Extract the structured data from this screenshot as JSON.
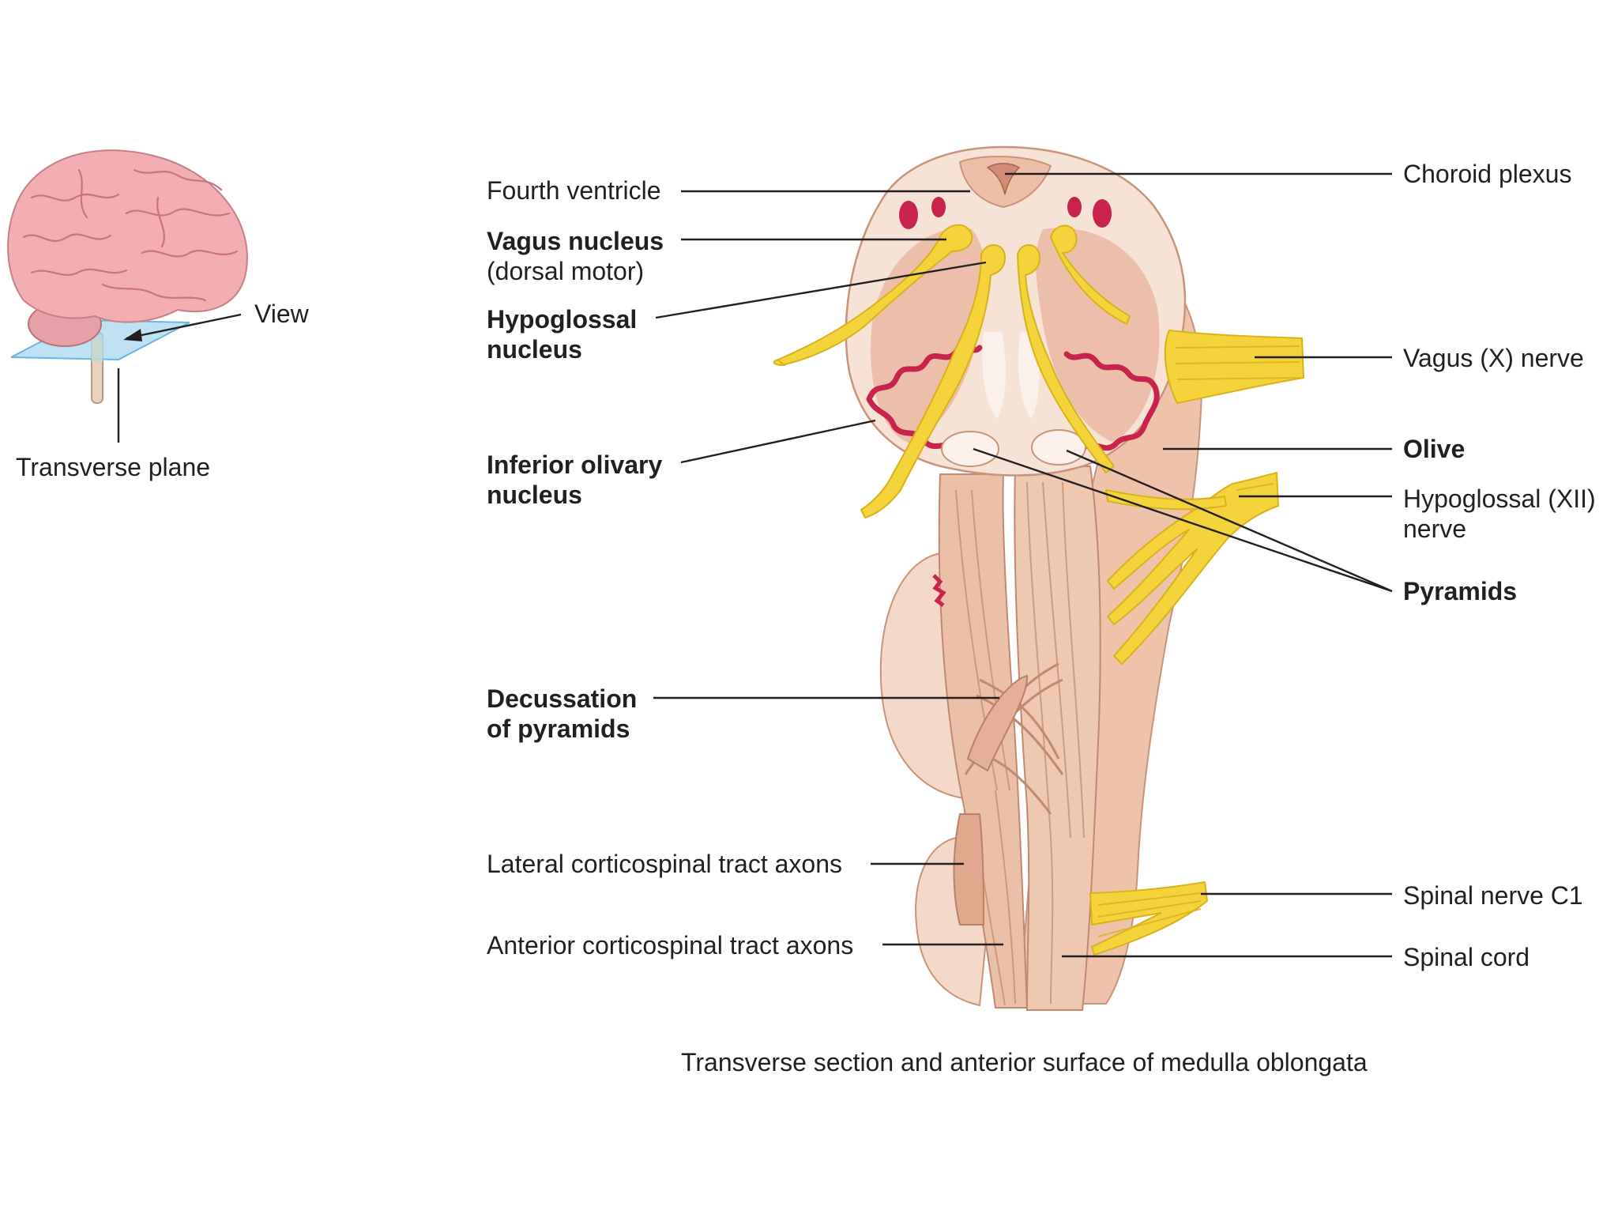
{
  "inset": {
    "view_label": "View",
    "plane_label": "Transverse plane"
  },
  "labels": {
    "fourth_ventricle": "Fourth ventricle",
    "vagus_nucleus": "Vagus nucleus",
    "vagus_nucleus_sub": "(dorsal motor)",
    "hypoglossal_nucleus_1": "Hypoglossal",
    "hypoglossal_nucleus_2": "nucleus",
    "inferior_olivary_1": "Inferior olivary",
    "inferior_olivary_2": "nucleus",
    "decussation_1": "Decussation",
    "decussation_2": "of pyramids",
    "lateral_cst": "Lateral corticospinal tract axons",
    "anterior_cst": "Anterior corticospinal tract axons",
    "choroid_plexus": "Choroid plexus",
    "vagus_nerve": "Vagus (X) nerve",
    "olive": "Olive",
    "hypoglossal_nerve_1": "Hypoglossal (XII)",
    "hypoglossal_nerve_2": "nerve",
    "pyramids": "Pyramids",
    "spinal_nerve_c1": "Spinal nerve C1",
    "spinal_cord": "Spinal cord"
  },
  "caption": "Transverse section and anterior surface of medulla oblongata",
  "colors": {
    "tissue": "#f2cdb8",
    "tissue_dark": "#d9a88e",
    "section": "#f6ddd0",
    "grey_matter": "#e8b89c",
    "nerve": "#f4d43a",
    "nerve_dark": "#d8b21a",
    "nucleus_red": "#c8234a",
    "brain": "#f0a8a8",
    "plane": "#a8d8f0"
  }
}
